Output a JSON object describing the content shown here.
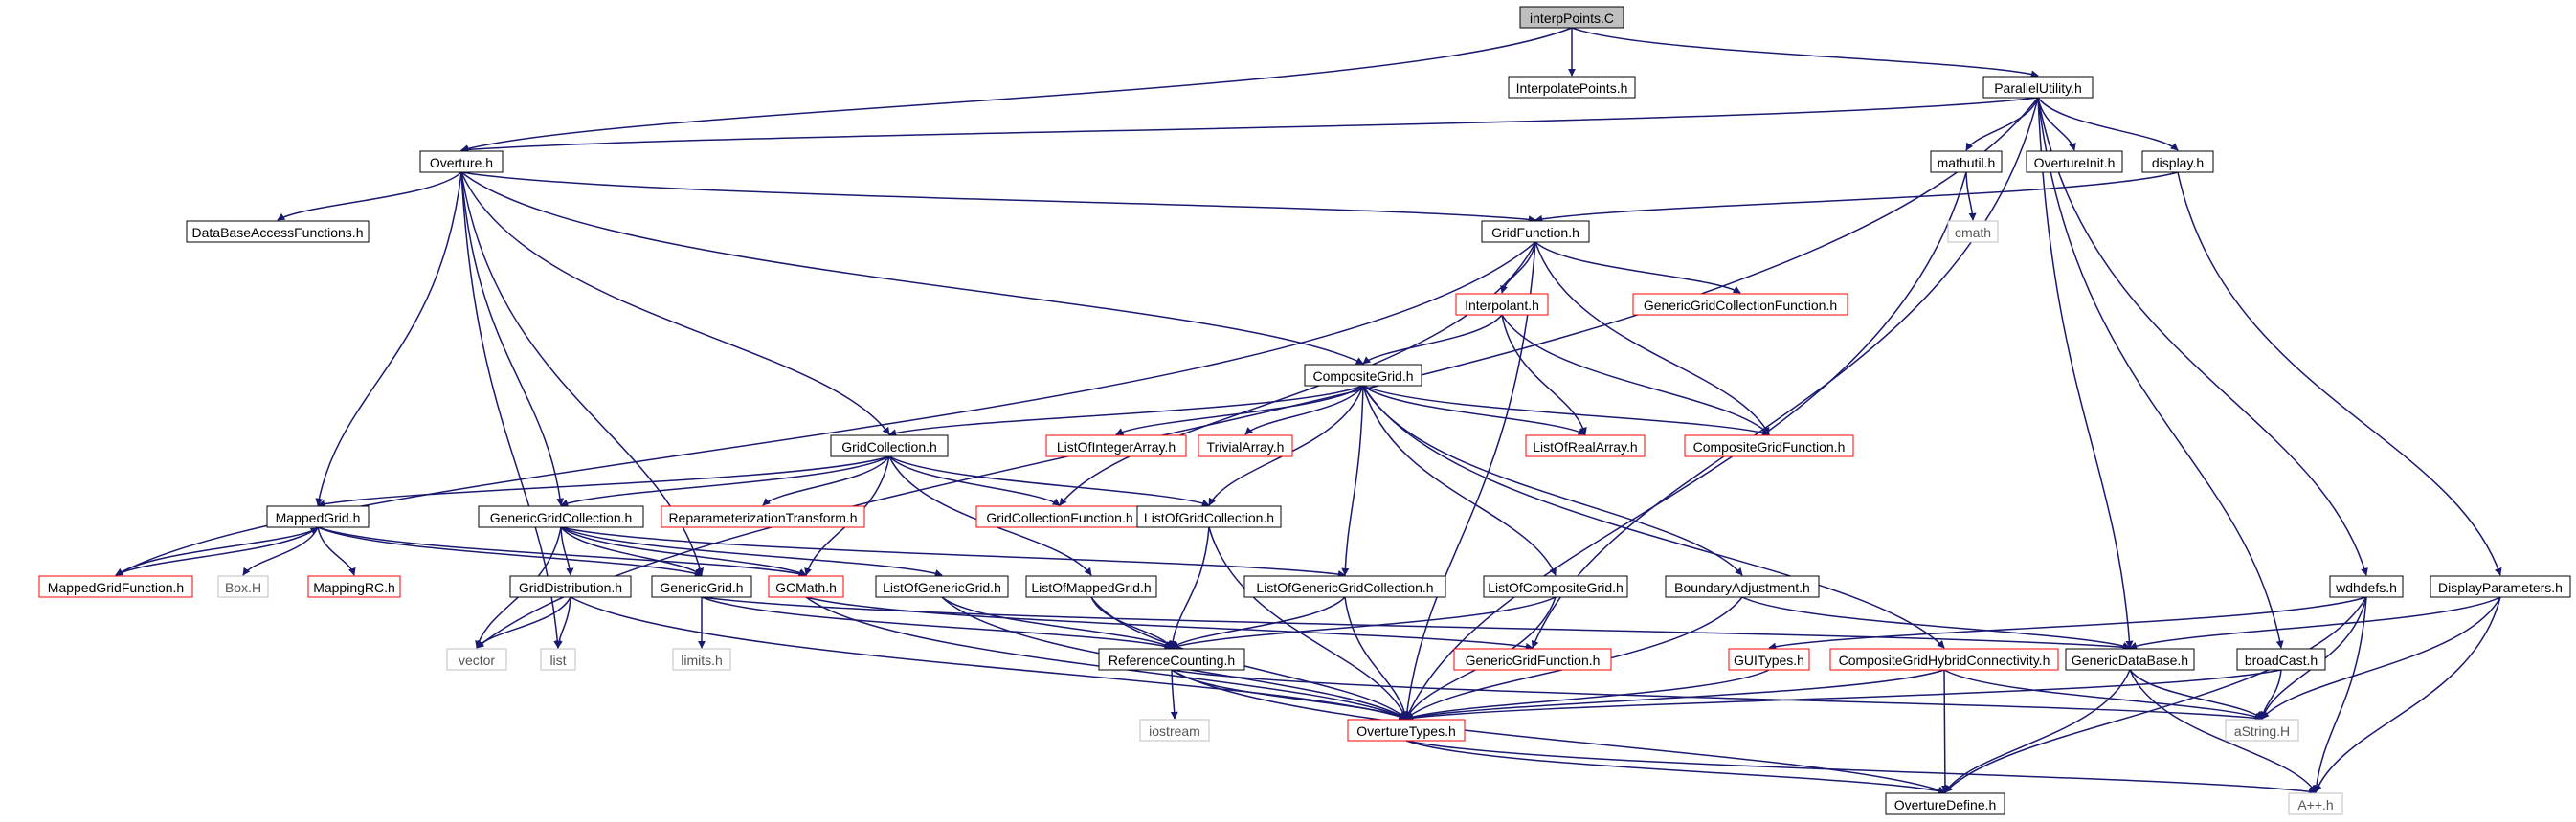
{
  "colors": {
    "edge": "#191970",
    "node_border_default": "#000000",
    "node_border_red": "#ff0000",
    "node_border_gray": "#bfbfbf",
    "root_fill": "#bfbfbf"
  },
  "nodes": [
    {
      "id": "interpPoints",
      "label": "interpPoints.C",
      "style": "root"
    },
    {
      "id": "InterpolatePoints",
      "label": "InterpolatePoints.h",
      "style": "normal"
    },
    {
      "id": "ParallelUtility",
      "label": "ParallelUtility.h",
      "style": "normal"
    },
    {
      "id": "Overture",
      "label": "Overture.h",
      "style": "normal"
    },
    {
      "id": "mathutil",
      "label": "mathutil.h",
      "style": "normal"
    },
    {
      "id": "OvertureInit",
      "label": "OvertureInit.h",
      "style": "normal"
    },
    {
      "id": "display",
      "label": "display.h",
      "style": "normal"
    },
    {
      "id": "cmath",
      "label": "cmath",
      "style": "gray"
    },
    {
      "id": "DataBaseAccessFunctions",
      "label": "DataBaseAccessFunctions.h",
      "style": "normal"
    },
    {
      "id": "GridFunction",
      "label": "GridFunction.h",
      "style": "normal"
    },
    {
      "id": "Interpolant",
      "label": "Interpolant.h",
      "style": "red"
    },
    {
      "id": "GenericGridCollectionFunction",
      "label": "GenericGridCollectionFunction.h",
      "style": "red"
    },
    {
      "id": "CompositeGrid",
      "label": "CompositeGrid.h",
      "style": "normal"
    },
    {
      "id": "GridCollection",
      "label": "GridCollection.h",
      "style": "normal"
    },
    {
      "id": "ListOfIntegerArray",
      "label": "ListOfIntegerArray.h",
      "style": "red"
    },
    {
      "id": "TrivialArray",
      "label": "TrivialArray.h",
      "style": "red"
    },
    {
      "id": "ListOfRealArray",
      "label": "ListOfRealArray.h",
      "style": "red"
    },
    {
      "id": "CompositeGridFunction",
      "label": "CompositeGridFunction.h",
      "style": "red"
    },
    {
      "id": "MappedGrid",
      "label": "MappedGrid.h",
      "style": "normal"
    },
    {
      "id": "GenericGridCollection",
      "label": "GenericGridCollection.h",
      "style": "normal"
    },
    {
      "id": "ReparameterizationTransform",
      "label": "ReparameterizationTransform.h",
      "style": "red"
    },
    {
      "id": "GridCollectionFunction",
      "label": "GridCollectionFunction.h",
      "style": "red"
    },
    {
      "id": "ListOfGridCollection",
      "label": "ListOfGridCollection.h",
      "style": "normal"
    },
    {
      "id": "MappedGridFunction",
      "label": "MappedGridFunction.h",
      "style": "red"
    },
    {
      "id": "BoxH",
      "label": "Box.H",
      "style": "gray"
    },
    {
      "id": "MappingRC",
      "label": "MappingRC.h",
      "style": "red"
    },
    {
      "id": "GridDistribution",
      "label": "GridDistribution.h",
      "style": "normal"
    },
    {
      "id": "GenericGrid",
      "label": "GenericGrid.h",
      "style": "normal"
    },
    {
      "id": "GCMath",
      "label": "GCMath.h",
      "style": "red"
    },
    {
      "id": "ListOfGenericGrid",
      "label": "ListOfGenericGrid.h",
      "style": "normal"
    },
    {
      "id": "ListOfMappedGrid",
      "label": "ListOfMappedGrid.h",
      "style": "normal"
    },
    {
      "id": "ListOfGenericGridCollection",
      "label": "ListOfGenericGridCollection.h",
      "style": "normal"
    },
    {
      "id": "ListOfCompositeGrid",
      "label": "ListOfCompositeGrid.h",
      "style": "normal"
    },
    {
      "id": "BoundaryAdjustment",
      "label": "BoundaryAdjustment.h",
      "style": "normal"
    },
    {
      "id": "wdhdefs",
      "label": "wdhdefs.h",
      "style": "normal"
    },
    {
      "id": "DisplayParameters",
      "label": "DisplayParameters.h",
      "style": "normal"
    },
    {
      "id": "vector",
      "label": "vector",
      "style": "gray"
    },
    {
      "id": "list",
      "label": "list",
      "style": "gray"
    },
    {
      "id": "limits",
      "label": "limits.h",
      "style": "gray"
    },
    {
      "id": "ReferenceCounting",
      "label": "ReferenceCounting.h",
      "style": "normal"
    },
    {
      "id": "GenericGridFunction",
      "label": "GenericGridFunction.h",
      "style": "red"
    },
    {
      "id": "GUITypes",
      "label": "GUITypes.h",
      "style": "red"
    },
    {
      "id": "CompositeGridHybridConnectivity",
      "label": "CompositeGridHybridConnectivity.h",
      "style": "red"
    },
    {
      "id": "GenericDataBase",
      "label": "GenericDataBase.h",
      "style": "normal"
    },
    {
      "id": "broadCast",
      "label": "broadCast.h",
      "style": "normal"
    },
    {
      "id": "iostream",
      "label": "iostream",
      "style": "gray"
    },
    {
      "id": "OvertureTypes",
      "label": "OvertureTypes.h",
      "style": "red"
    },
    {
      "id": "aString",
      "label": "aString.H",
      "style": "gray"
    },
    {
      "id": "OvertureDefine",
      "label": "OvertureDefine.h",
      "style": "normal"
    },
    {
      "id": "Aplusplus",
      "label": "A++.h",
      "style": "gray"
    }
  ],
  "edges": [
    [
      "interpPoints",
      "InterpolatePoints"
    ],
    [
      "interpPoints",
      "ParallelUtility"
    ],
    [
      "interpPoints",
      "Overture"
    ],
    [
      "ParallelUtility",
      "Overture"
    ],
    [
      "ParallelUtility",
      "mathutil"
    ],
    [
      "ParallelUtility",
      "OvertureInit"
    ],
    [
      "ParallelUtility",
      "display"
    ],
    [
      "ParallelUtility",
      "wdhdefs"
    ],
    [
      "ParallelUtility",
      "broadCast"
    ],
    [
      "ParallelUtility",
      "GenericDataBase"
    ],
    [
      "ParallelUtility",
      "GenericGridFunction"
    ],
    [
      "ParallelUtility",
      "vector"
    ],
    [
      "Overture",
      "DataBaseAccessFunctions"
    ],
    [
      "Overture",
      "GridFunction"
    ],
    [
      "Overture",
      "CompositeGrid"
    ],
    [
      "Overture",
      "GridCollection"
    ],
    [
      "Overture",
      "MappedGrid"
    ],
    [
      "Overture",
      "GenericGridCollection"
    ],
    [
      "Overture",
      "GenericGrid"
    ],
    [
      "mathutil",
      "cmath"
    ],
    [
      "mathutil",
      "OvertureTypes"
    ],
    [
      "display",
      "GridFunction"
    ],
    [
      "display",
      "DisplayParameters"
    ],
    [
      "GridFunction",
      "Interpolant"
    ],
    [
      "GridFunction",
      "GenericGridCollectionFunction"
    ],
    [
      "GridFunction",
      "CompositeGridFunction"
    ],
    [
      "GridFunction",
      "GridCollectionFunction"
    ],
    [
      "GridFunction",
      "MappedGridFunction"
    ],
    [
      "GridFunction",
      "OvertureTypes"
    ],
    [
      "Interpolant",
      "CompositeGrid"
    ],
    [
      "Interpolant",
      "ListOfRealArray"
    ],
    [
      "Interpolant",
      "CompositeGridFunction"
    ],
    [
      "CompositeGrid",
      "GridCollection"
    ],
    [
      "CompositeGrid",
      "ListOfIntegerArray"
    ],
    [
      "CompositeGrid",
      "TrivialArray"
    ],
    [
      "CompositeGrid",
      "ListOfRealArray"
    ],
    [
      "CompositeGrid",
      "CompositeGridFunction"
    ],
    [
      "CompositeGrid",
      "ListOfGridCollection"
    ],
    [
      "CompositeGrid",
      "ListOfCompositeGrid"
    ],
    [
      "CompositeGrid",
      "BoundaryAdjustment"
    ],
    [
      "CompositeGrid",
      "CompositeGridHybridConnectivity"
    ],
    [
      "CompositeGrid",
      "ListOfGenericGridCollection"
    ],
    [
      "GridCollection",
      "MappedGrid"
    ],
    [
      "GridCollection",
      "GenericGridCollection"
    ],
    [
      "GridCollection",
      "ReparameterizationTransform"
    ],
    [
      "GridCollection",
      "GridCollectionFunction"
    ],
    [
      "GridCollection",
      "ListOfGridCollection"
    ],
    [
      "GridCollection",
      "GCMath"
    ],
    [
      "GridCollection",
      "ListOfMappedGrid"
    ],
    [
      "MappedGrid",
      "MappedGridFunction"
    ],
    [
      "MappedGrid",
      "BoxH"
    ],
    [
      "MappedGrid",
      "MappingRC"
    ],
    [
      "MappedGrid",
      "GenericGrid"
    ],
    [
      "MappedGrid",
      "GCMath"
    ],
    [
      "MappedGridFunction",
      "MappedGrid"
    ],
    [
      "GenericGridCollection",
      "GridDistribution"
    ],
    [
      "GenericGridCollection",
      "GenericGrid"
    ],
    [
      "GenericGridCollection",
      "GCMath"
    ],
    [
      "GenericGridCollection",
      "ListOfGenericGrid"
    ],
    [
      "GenericGridCollection",
      "ListOfGenericGridCollection"
    ],
    [
      "GenericGridCollection",
      "vector"
    ],
    [
      "GridDistribution",
      "vector"
    ],
    [
      "GridDistribution",
      "list"
    ],
    [
      "GridDistribution",
      "OvertureTypes"
    ],
    [
      "GenericGrid",
      "limits"
    ],
    [
      "GenericGrid",
      "ReferenceCounting"
    ],
    [
      "GenericGrid",
      "GenericDataBase"
    ],
    [
      "ListOfGenericGrid",
      "ReferenceCounting"
    ],
    [
      "ListOfGenericGrid",
      "OvertureTypes"
    ],
    [
      "ListOfMappedGrid",
      "ReferenceCounting"
    ],
    [
      "ListOfMappedGrid",
      "OvertureTypes"
    ],
    [
      "ListOfGridCollection",
      "ReferenceCounting"
    ],
    [
      "ListOfGridCollection",
      "OvertureTypes"
    ],
    [
      "ListOfGenericGridCollection",
      "ReferenceCounting"
    ],
    [
      "ListOfGenericGridCollection",
      "OvertureTypes"
    ],
    [
      "ListOfCompositeGrid",
      "ReferenceCounting"
    ],
    [
      "ListOfCompositeGrid",
      "OvertureTypes"
    ],
    [
      "GCMath",
      "OvertureTypes"
    ],
    [
      "GCMath",
      "GenericGridFunction"
    ],
    [
      "BoundaryAdjustment",
      "OvertureTypes"
    ],
    [
      "BoundaryAdjustment",
      "GenericDataBase"
    ],
    [
      "CompositeGridHybridConnectivity",
      "OvertureTypes"
    ],
    [
      "CompositeGridHybridConnectivity",
      "aString"
    ],
    [
      "CompositeGridHybridConnectivity",
      "OvertureDefine"
    ],
    [
      "ReferenceCounting",
      "iostream"
    ],
    [
      "ReferenceCounting",
      "OvertureTypes"
    ],
    [
      "ReferenceCounting",
      "OvertureDefine"
    ],
    [
      "ReferenceCounting",
      "aString"
    ],
    [
      "wdhdefs",
      "GUITypes"
    ],
    [
      "wdhdefs",
      "aString"
    ],
    [
      "wdhdefs",
      "OvertureDefine"
    ],
    [
      "wdhdefs",
      "Aplusplus"
    ],
    [
      "DisplayParameters",
      "GenericDataBase"
    ],
    [
      "DisplayParameters",
      "aString"
    ],
    [
      "DisplayParameters",
      "Aplusplus"
    ],
    [
      "GUITypes",
      "OvertureTypes"
    ],
    [
      "GenericDataBase",
      "aString"
    ],
    [
      "GenericDataBase",
      "OvertureDefine"
    ],
    [
      "GenericDataBase",
      "Aplusplus"
    ],
    [
      "broadCast",
      "OvertureTypes"
    ],
    [
      "broadCast",
      "aString"
    ],
    [
      "OvertureTypes",
      "OvertureDefine"
    ],
    [
      "OvertureTypes",
      "Aplusplus"
    ],
    [
      "Overture",
      "list"
    ]
  ]
}
